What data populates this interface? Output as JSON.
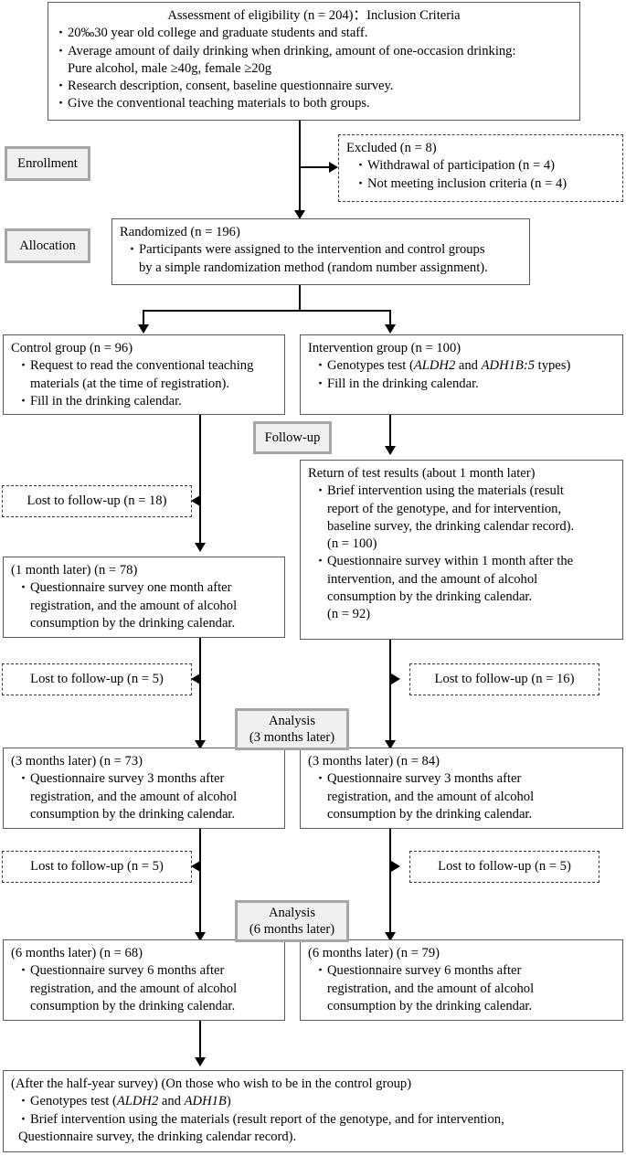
{
  "diagram": {
    "title": "CONSORT participant flow diagram",
    "colors": {
      "box_border": "#5a5a5a",
      "stage_border": "#a6a6a6",
      "stage_fill": "#f0f0f0",
      "line": "#000000",
      "background": "#ffffff"
    }
  },
  "eligibility": {
    "heading": "Assessment of eligibility (n = 204)：Inclusion Criteria",
    "items": [
      "20‰30 year old college and graduate students and staff.",
      "Average amount of daily drinking when drinking, amount of one-occasion drinking:",
      "Pure alcohol, male ≥40g, female ≥20g",
      "Research description, consent, baseline questionnaire survey.",
      "Give the conventional teaching materials to both groups."
    ]
  },
  "stages": {
    "enrollment": "Enrollment",
    "allocation": "Allocation",
    "followup": "Follow-up",
    "analysis3_line1": "Analysis",
    "analysis3_line2": "(3 months later)",
    "analysis6_line1": "Analysis",
    "analysis6_line2": "(6 months later)"
  },
  "excluded": {
    "heading": "Excluded (n = 8)",
    "items": [
      "Withdrawal of participation (n = 4)",
      "Not meeting inclusion criteria (n = 4)"
    ]
  },
  "randomized": {
    "heading": "Randomized  (n = 196)",
    "item_line1": "Participants were assigned to the intervention and control groups",
    "item_line2": "by a simple randomization method (random number assignment)."
  },
  "control_group": {
    "heading": "Control group (n = 96)",
    "item1_line1": "Request to read the conventional teaching",
    "item1_line2": "materials (at the time of registration).",
    "item2": "Fill in the drinking calendar."
  },
  "intervention_group": {
    "heading": "Intervention group (n = 100)",
    "item1_prefix": "Genotypes test (",
    "item1_gene1": "ALDH2",
    "item1_mid": " and ",
    "item1_gene2": "ADH1B:5",
    "item1_suffix": " types)",
    "item2": "Fill in the drinking calendar."
  },
  "return_results": {
    "heading": "Return of test results (about 1 month later)",
    "item1_line1": "Brief intervention using the materials (result",
    "item1_line2": "report of the genotype, and for intervention,",
    "item1_line3": "baseline survey, the drinking calendar record).",
    "item1_line4": "(n = 100)",
    "item2_line1": "Questionnaire survey within 1 month after the",
    "item2_line2": "intervention, and the amount of alcohol",
    "item2_line3": "consumption by the drinking calendar.",
    "item2_line4": "(n = 92)"
  },
  "control_1month": {
    "heading": "(1 month later) (n = 78)",
    "item_line1": "Questionnaire survey one month after",
    "item_line2": "registration, and the amount of alcohol",
    "item_line3": "consumption by the drinking calendar."
  },
  "control_3months": {
    "heading": "(3 months later) (n = 73)",
    "item_line1": "Questionnaire survey 3 months after",
    "item_line2": "registration, and the amount of alcohol",
    "item_line3": "consumption by the drinking calendar."
  },
  "intervention_3months": {
    "heading": "(3 months later) (n = 84)",
    "item_line1": "Questionnaire survey 3 months after",
    "item_line2": "registration, and the amount of alcohol",
    "item_line3": "consumption by the drinking calendar."
  },
  "control_6months": {
    "heading": "(6 months later) (n = 68)",
    "item_line1": "Questionnaire survey 6 months after",
    "item_line2": "registration, and the amount of alcohol",
    "item_line3": "consumption by the drinking calendar."
  },
  "intervention_6months": {
    "heading": "(6 months later) (n = 79)",
    "item_line1": "Questionnaire survey 6 months after",
    "item_line2": "registration, and the amount of alcohol",
    "item_line3": "consumption by the drinking calendar."
  },
  "lost": {
    "control_enrollment": "Lost to follow-up (n = 18)",
    "control_1month": "Lost to follow-up (n = 5)",
    "intervention_1month": "Lost to follow-up (n = 16)",
    "control_3months": "Lost to follow-up (n = 5)",
    "intervention_3months": "Lost to follow-up (n = 5)"
  },
  "final": {
    "heading": "(After the half-year survey) (On those who wish to be in the control group)",
    "item1_prefix": "Genotypes test (",
    "item1_gene1": "ALDH2",
    "item1_mid": " and ",
    "item1_gene2": "ADH1B",
    "item1_suffix": ")",
    "item2_line1": "Brief intervention using the materials (result report of the genotype, and for intervention,",
    "item2_line2": "Questionnaire survey, the drinking calendar record)."
  }
}
